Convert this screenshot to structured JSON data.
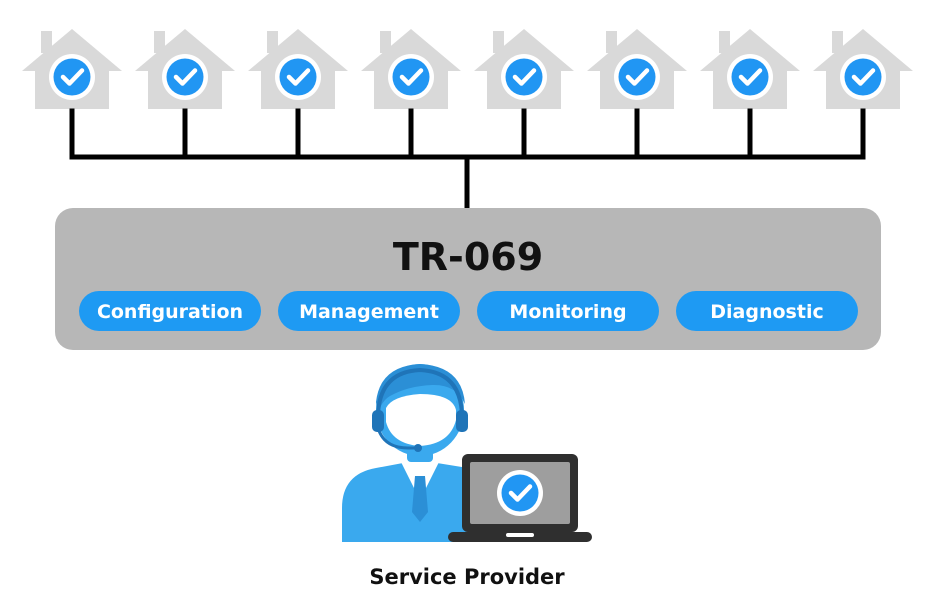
{
  "protocol": {
    "name": "TR-069",
    "functions": [
      "Configuration",
      "Management",
      "Monitoring",
      "Diagnostic"
    ]
  },
  "houses": {
    "count": 8,
    "status_icon": "check-circle-icon"
  },
  "provider": {
    "label": "Service Provider",
    "person_icon": "support-agent-headset-icon",
    "device_icon": "laptop-check-icon"
  },
  "colors": {
    "accent_blue": "#1e9af3",
    "house_gray": "#d9d9d9",
    "panel_gray": "#b7b7b7",
    "person_blue": "#3aa9ee",
    "wire_black": "#000000"
  }
}
